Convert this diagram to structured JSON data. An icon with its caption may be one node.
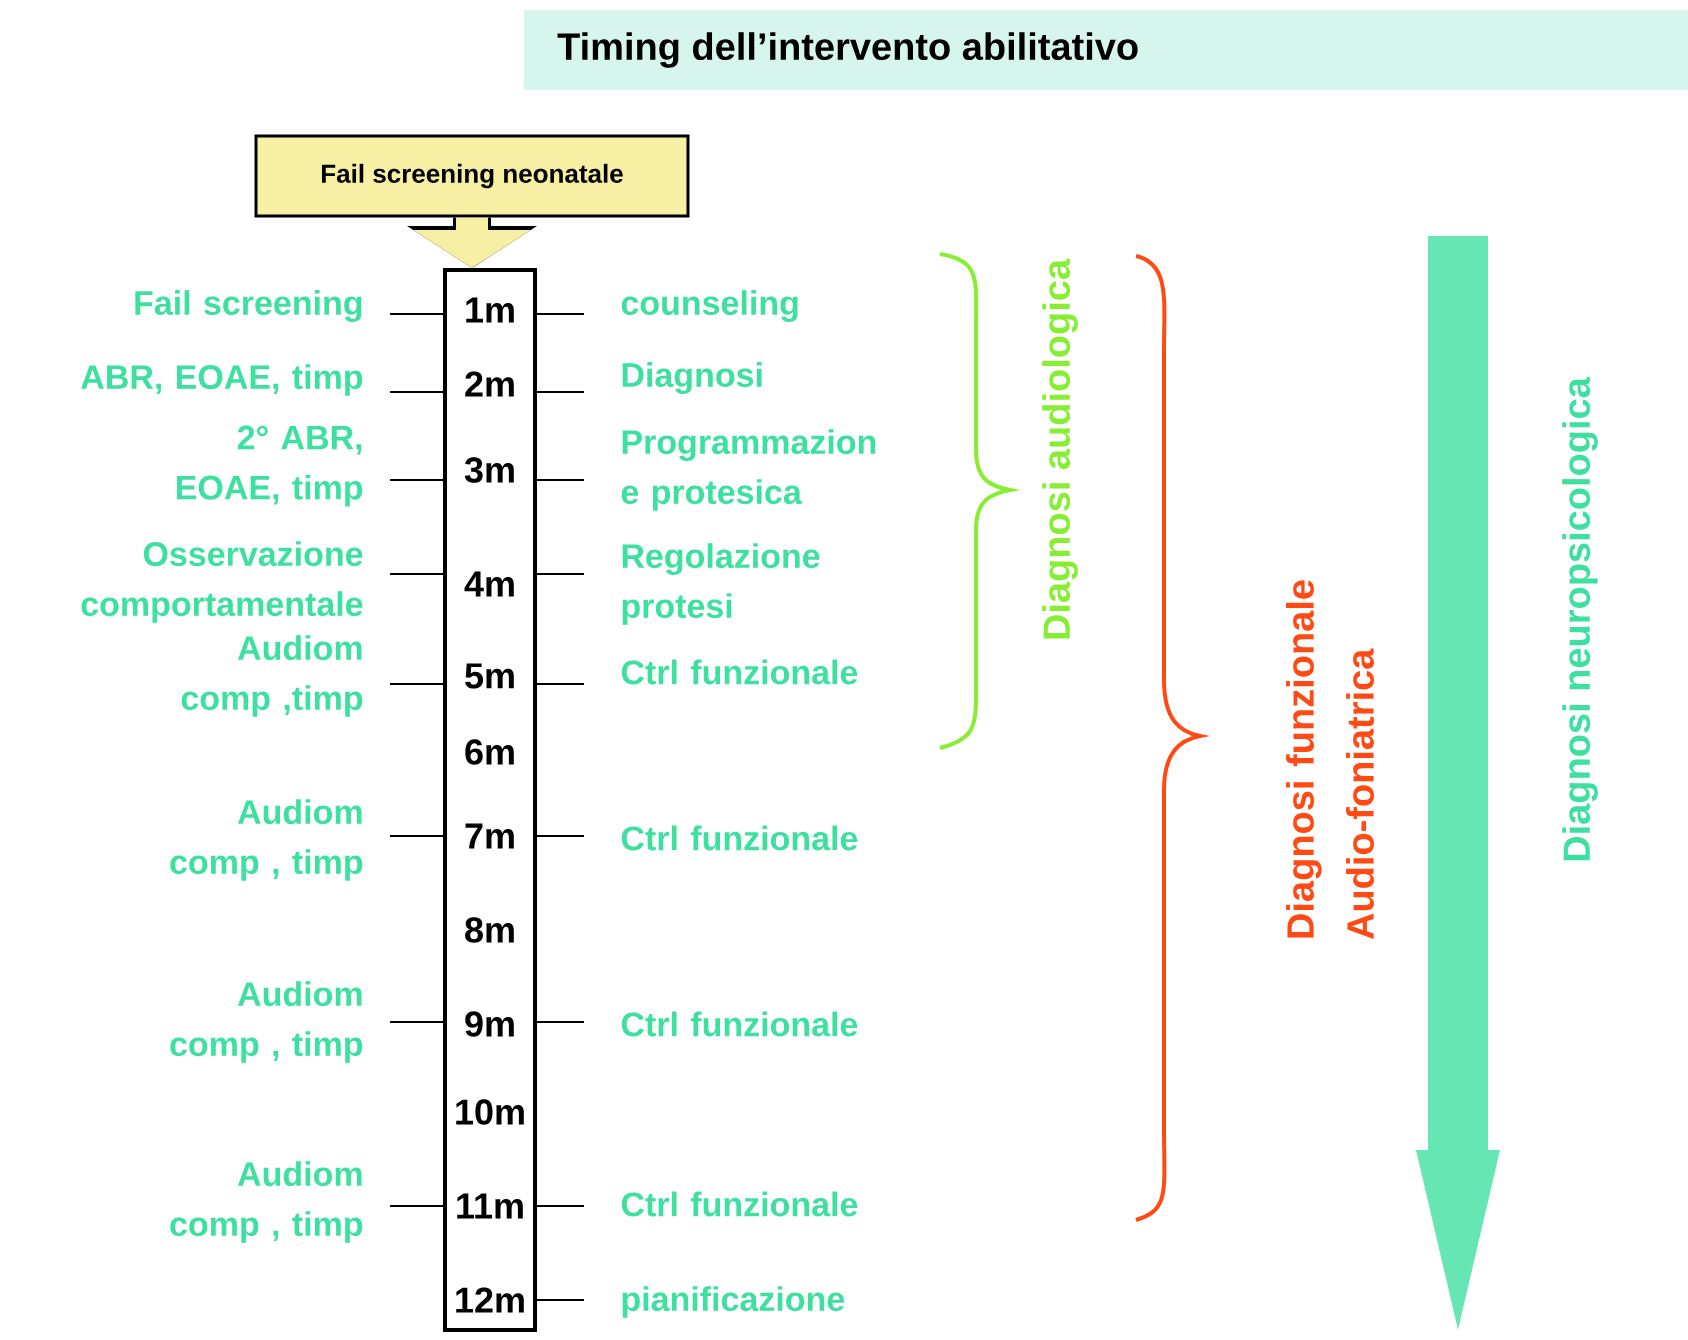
{
  "diagram": {
    "title": "Timing dell’intervento abilitativo",
    "nodes": [
      {
        "text": [
          "Fail screening neonatale"
        ]
      },
      {
        "text": [
          "1m",
          "2m",
          "3m",
          "4m",
          "5m",
          "6m",
          "7m",
          "8m",
          "9m",
          "10m",
          "11m",
          "12m"
        ]
      }
    ],
    "edges": [
      {
        "from": 0,
        "to": 1,
        "arrow": "to"
      }
    ],
    "labels": [
      "Fail screening",
      "counseling",
      "ABR, EOAE, timp",
      "Diagnosi",
      "2° ABR, EOAE, timp",
      "Programmazion e protesica",
      "Osservazione comportamentale",
      "Regolazione protesi",
      "Audiom comp ,timp",
      "Ctrl funzionale",
      "Audiom comp , timp",
      "Ctrl funzionale",
      "Audiom comp , timp",
      "Ctrl funzionale",
      "Audiom comp , timp",
      "Ctrl funzionale",
      "pianificazione",
      "Diagnosi audiologica",
      "Diagnosi funzionale Audio-foniatrica",
      "Diagnosi neuropsicologica"
    ]
  }
}
